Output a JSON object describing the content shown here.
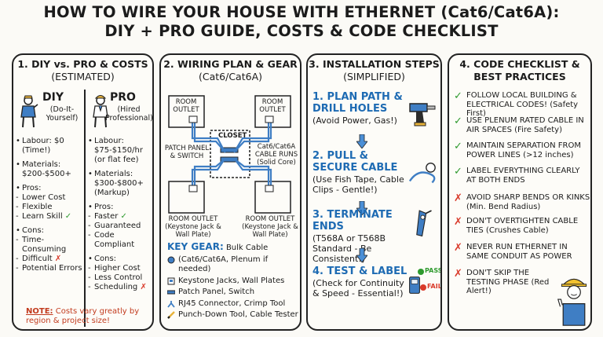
{
  "title": {
    "line1": "HOW TO WIRE YOUR HOUSE WITH ETHERNET (Cat6/Cat6A):",
    "line2": "DIY + PRO GUIDE, COSTS & CODE CHECKLIST"
  },
  "panel1": {
    "heading": "1. DIY vs. PRO & COSTS",
    "subheading": "(ESTIMATED)",
    "diy": {
      "name": "DIY",
      "sub": "(Do-It-Yourself)",
      "labour": "Labour: $0 (Time!)",
      "materials": "Materials: $200-$500+",
      "pros_label": "Pros:",
      "pros": [
        "Lower Cost",
        "Flexible",
        "Learn Skill"
      ],
      "cons_label": "Cons:",
      "cons": [
        "Time-Consuming",
        "Difficult",
        "Potential Errors"
      ]
    },
    "pro": {
      "name": "PRO",
      "sub": "(Hired Professional)",
      "labour": "Labour: $75-$150/hr (or flat fee)",
      "materials": "Materials: $300-$800+ (Markup)",
      "pros_label": "Pros:",
      "pros": [
        "Faster",
        "Guaranteed",
        "Code Compliant"
      ],
      "cons_label": "Cons:",
      "cons": [
        "Higher Cost",
        "Less Control",
        "Scheduling"
      ]
    },
    "note_label": "NOTE:",
    "note_text": "Costs vary greatly by region & project size!"
  },
  "panel2": {
    "heading": "2. WIRING PLAN & GEAR",
    "subheading": "(Cat6/Cat6A)",
    "labels": {
      "room_tl": "ROOM OUTLET",
      "room_tr": "ROOM OUTLET",
      "closet": "CLOSET",
      "patch": "PATCH PANEL & SWITCH",
      "runs": "Cat6/Cat6A CABLE RUNS (Solid Core)",
      "room_bl": "ROOM OUTLET (Keystone Jack & Wall Plate)",
      "room_br": "ROOM OUTLET (Keystone Jack & Wall Plate)"
    },
    "key_gear_label": "KEY GEAR:",
    "key_gear_first": "Bulk Cable",
    "key_gear_first_detail": "(Cat6/Cat6A, Plenum if needed)",
    "key_gear": [
      "Keystone Jacks, Wall Plates",
      "Patch Panel, Switch",
      "RJ45 Connector, Crimp Tool",
      "Punch-Down Tool, Cable Tester"
    ]
  },
  "panel3": {
    "heading": "3. INSTALLATION STEPS",
    "subheading": "(SIMPLIFIED)",
    "steps": [
      {
        "title": "1. PLAN PATH & DRILL HOLES",
        "desc": "(Avoid Power, Gas!)"
      },
      {
        "title": "2. PULL & SECURE CABLE",
        "desc": "(Use Fish Tape, Cable Clips - Gentle!)"
      },
      {
        "title": "3. TERMINATE ENDS",
        "desc": "(T568A or T568B Standard - Be Consistent!)"
      },
      {
        "title": "4. TEST & LABEL",
        "desc": "(Check for Continuity & Speed - Essential!)"
      }
    ],
    "pass_label": "PASS",
    "fail_label": "FAIL"
  },
  "panel4": {
    "heading": "4. CODE CHECKLIST &",
    "heading2": "BEST PRACTICES",
    "items": [
      {
        "type": "check",
        "text": "FOLLOW LOCAL BUILDING & ELECTRICAL CODES!",
        "extra": "(Safety First)"
      },
      {
        "type": "check",
        "text": "USE PLENUM RATED CABLE IN AIR SPACES",
        "extra": "(Fire Safety)"
      },
      {
        "type": "check",
        "text": "MAINTAIN SEPARATION FROM POWER LINES",
        "extra": "(>12 inches)"
      },
      {
        "type": "check",
        "text": "LABEL EVERYTHING CLEARLY AT BOTH ENDS",
        "extra": ""
      },
      {
        "type": "cross",
        "text": "AVOID SHARP BENDS OR KINKS",
        "extra": "(Min. Bend Radius)"
      },
      {
        "type": "cross",
        "text": "DON'T OVERTIGHTEN CABLE TIES",
        "extra": "(Crushes Cable)"
      },
      {
        "type": "cross",
        "text": "NEVER RUN ETHERNET IN SAME CONDUIT AS POWER",
        "extra": ""
      },
      {
        "type": "cross",
        "text": "DON'T SKIP THE TESTING PHASE",
        "extra": "(Red Alert!)"
      }
    ]
  },
  "colors": {
    "accent_blue": "#1e6bb3",
    "check_green": "#2e9a2e",
    "cross_red": "#d93a2a",
    "note_red": "#c23b1e"
  }
}
